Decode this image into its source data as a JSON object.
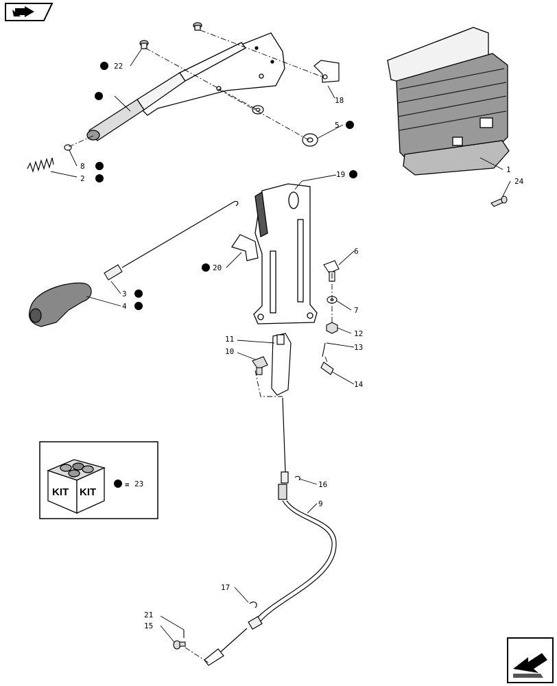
{
  "callouts": [
    {
      "id": "c1",
      "label": "1"
    },
    {
      "id": "c2",
      "label": "2"
    },
    {
      "id": "c3",
      "label": "3"
    },
    {
      "id": "c4",
      "label": "4"
    },
    {
      "id": "c5",
      "label": "5"
    },
    {
      "id": "c6",
      "label": "6"
    },
    {
      "id": "c7",
      "label": "7"
    },
    {
      "id": "c8",
      "label": "8"
    },
    {
      "id": "c9",
      "label": "9"
    },
    {
      "id": "c10",
      "label": "10"
    },
    {
      "id": "c11",
      "label": "11"
    },
    {
      "id": "c12",
      "label": "12"
    },
    {
      "id": "c13",
      "label": "13"
    },
    {
      "id": "c14",
      "label": "14"
    },
    {
      "id": "c15",
      "label": "15"
    },
    {
      "id": "c16",
      "label": "16"
    },
    {
      "id": "c17",
      "label": "17"
    },
    {
      "id": "c18",
      "label": "18"
    },
    {
      "id": "c19",
      "label": "19"
    },
    {
      "id": "c20",
      "label": "20"
    },
    {
      "id": "c21",
      "label": "21"
    },
    {
      "id": "c22",
      "label": "22"
    },
    {
      "id": "c24",
      "label": "24"
    }
  ],
  "kit": {
    "box_text_left": "KIT",
    "box_text_right": "KIT",
    "equals": "=",
    "ref": "23"
  },
  "icons": {
    "top_left": "back-arrow-icon",
    "bottom_right": "forward-arrow-icon",
    "bullet": "kit-bullet-dot"
  }
}
